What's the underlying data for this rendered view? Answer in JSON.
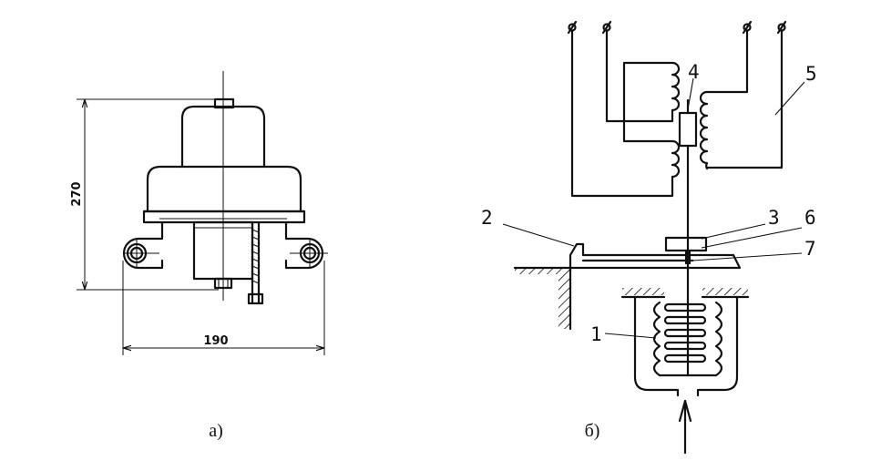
{
  "figure_a": {
    "caption": "а)",
    "dim_height": "270",
    "dim_width": "190"
  },
  "figure_b": {
    "caption": "б)",
    "labels": [
      "1",
      "2",
      "3",
      "4",
      "5",
      "6",
      "7"
    ]
  }
}
